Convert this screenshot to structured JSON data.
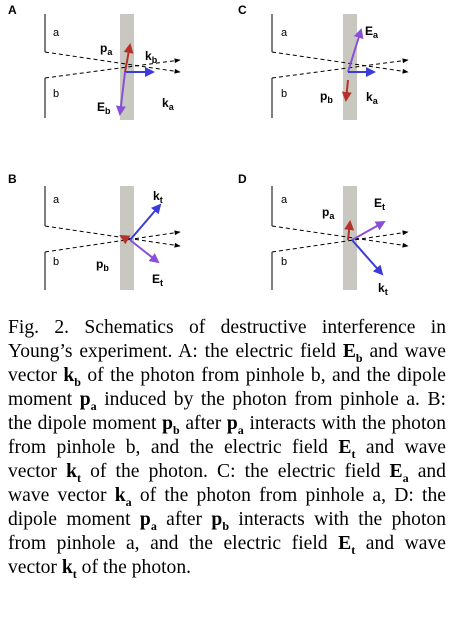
{
  "figure": {
    "panels": [
      {
        "id": "A",
        "slits": [
          "a",
          "b"
        ],
        "labels": [
          [
            "p",
            "a"
          ],
          [
            "k",
            "b"
          ],
          [
            "E",
            "b"
          ],
          [
            "k",
            "a"
          ]
        ]
      },
      {
        "id": "B",
        "slits": [
          "a",
          "b"
        ],
        "labels": [
          [
            "k",
            "t"
          ],
          [
            "p",
            "b"
          ],
          [
            "E",
            "t"
          ]
        ]
      },
      {
        "id": "C",
        "slits": [
          "a",
          "b"
        ],
        "labels": [
          [
            "E",
            "a"
          ],
          [
            "p",
            "b"
          ],
          [
            "k",
            "a"
          ]
        ]
      },
      {
        "id": "D",
        "slits": [
          "a",
          "b"
        ],
        "labels": [
          [
            "p",
            "a"
          ],
          [
            "E",
            "t"
          ],
          [
            "k",
            "t"
          ]
        ]
      }
    ],
    "colors": {
      "dipole": "#b5322a",
      "e_field": "#8a4fd8",
      "k_vector": "#3b3bd9",
      "plate": "#c9c8c0",
      "line": "#000000"
    }
  },
  "caption": {
    "segments": [
      {
        "t": "Fig. 2. Schematics of destructive interference in Young’s experiment. A: the electric field "
      },
      {
        "b": "E",
        "s": "b"
      },
      {
        "t": " and wave vector "
      },
      {
        "b": "k",
        "s": "b"
      },
      {
        "t": " of the photon from pinhole b, and the dipole moment "
      },
      {
        "b": "p",
        "s": "a"
      },
      {
        "t": " induced by the photon from pinhole a. B: the dipole moment "
      },
      {
        "b": "p",
        "s": "b"
      },
      {
        "t": " after "
      },
      {
        "b": "p",
        "s": "a"
      },
      {
        "t": " interacts with the photon from pinhole b, and the electric field "
      },
      {
        "b": "E",
        "s": "t"
      },
      {
        "t": " and wave vector "
      },
      {
        "b": "k",
        "s": "t"
      },
      {
        "t": " of the photon. C: the electric field "
      },
      {
        "b": "E",
        "s": "a"
      },
      {
        "t": " and wave vector "
      },
      {
        "b": "k",
        "s": "a"
      },
      {
        "t": " of the photon from pinhole a, D: the dipole moment "
      },
      {
        "b": "p",
        "s": "a"
      },
      {
        "t": " after "
      },
      {
        "b": "p",
        "s": "b"
      },
      {
        "t": " interacts with the photon from pinhole a, and the electric field "
      },
      {
        "b": "E",
        "s": "t"
      },
      {
        "t": " and wave vector "
      },
      {
        "b": "k",
        "s": "t"
      },
      {
        "t": " of the photon."
      }
    ]
  }
}
